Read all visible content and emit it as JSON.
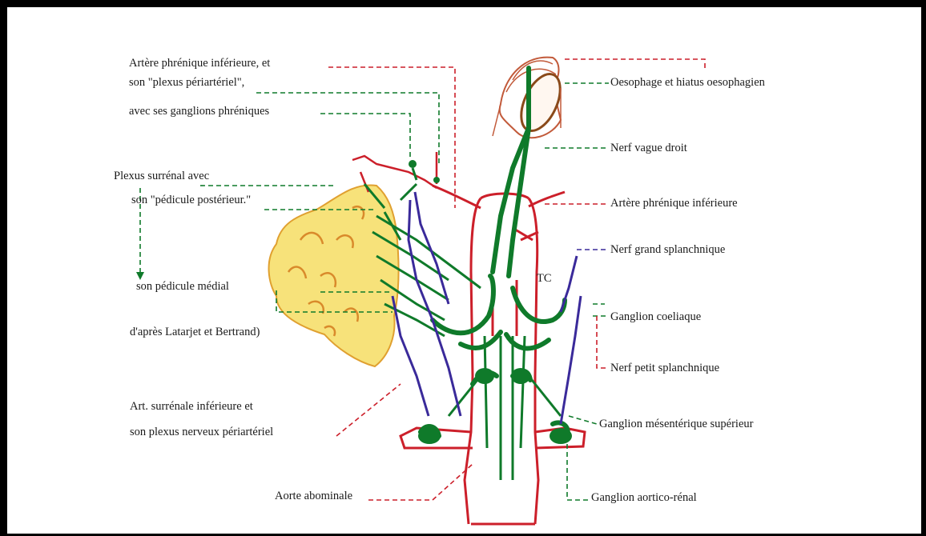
{
  "labels": {
    "left": {
      "phrenic_line1": "Artère phrénique inférieure, et",
      "phrenic_line2": "son \"plexus périartériel\",",
      "phrenic_line3": "avec ses ganglions phréniques",
      "plexus_line1": "Plexus surrénal avec",
      "plexus_line2": "son \"pédicule postérieur.\"",
      "pedicule_medial": "son pédicule médial",
      "source": "d'après Latarjet et Bertrand)",
      "art_surrenale_line1": "Art. surrénale inférieure et",
      "art_surrenale_line2": "son plexus nerveux périartériel",
      "aorte": "Aorte abominale"
    },
    "right": {
      "oesophage": "Oesophage et hiatus oesophagien",
      "vague": "Nerf vague droit",
      "art_phrenique": "Artère phrénique inférieure",
      "grand_splanchnique": "Nerf grand splanchnique",
      "coeliaque": "Ganglion coeliaque",
      "petit_splanchnique": "Nerf petit splanchnique",
      "mesenterique": "Ganglion mésentérique supérieur",
      "aortico_renal": "Ganglion aortico-rénal"
    },
    "center": {
      "tc": "TC"
    }
  },
  "colors": {
    "green": "#0f7a2a",
    "red": "#cc1f2a",
    "blue": "#3a2a9a",
    "yellow": "#f7e27a",
    "orange": "#d98a2b",
    "brown": "#8a4a1a"
  }
}
